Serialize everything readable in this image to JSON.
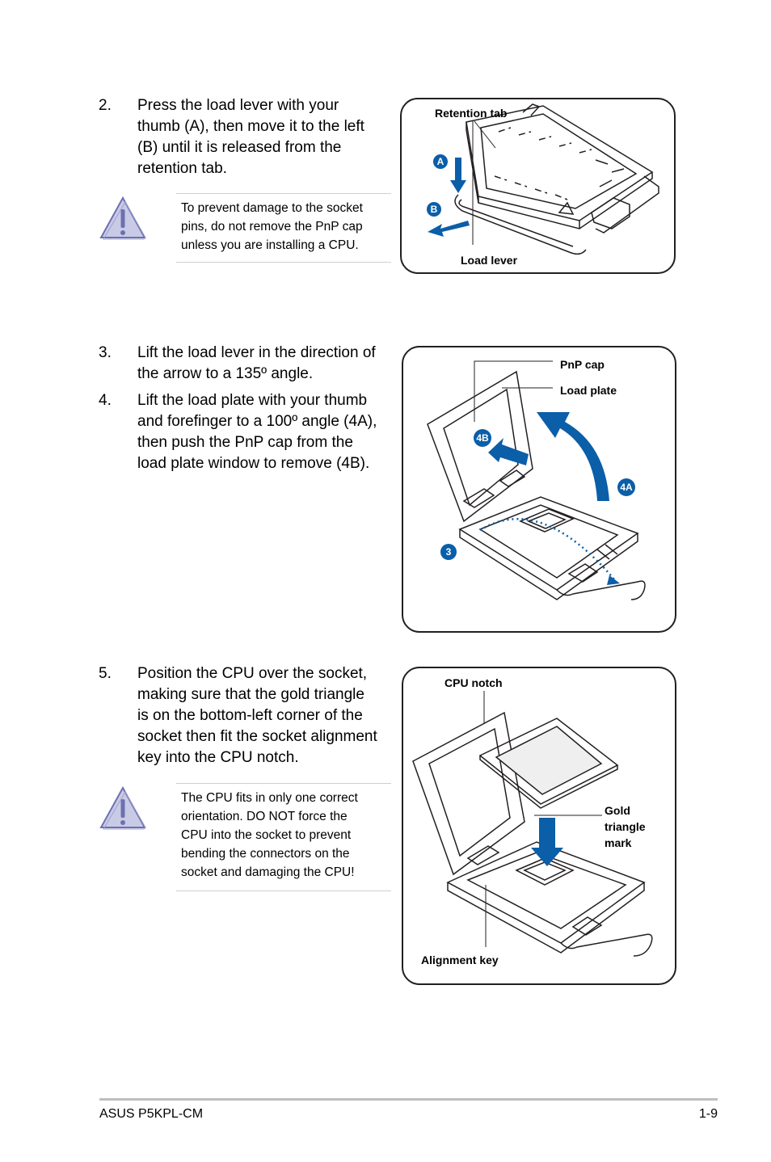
{
  "steps": [
    {
      "number": "2.",
      "lines": [
        "Press the load lever with your",
        "thumb (A), then move it to the left",
        "(B) until it is released from the",
        "retention tab."
      ]
    },
    {
      "number": "3.",
      "lines": [
        "Lift the load lever in the direction of",
        "the arrow to a 135º angle."
      ]
    },
    {
      "number": "4.",
      "lines": [
        "Lift the load plate with your thumb",
        "and forefinger to a 100º angle (4A),",
        "then push the PnP cap from the",
        "load plate window to remove (4B)."
      ]
    },
    {
      "number": "5.",
      "lines": [
        "Position the CPU over the socket,",
        "making sure that the gold triangle",
        "is on the bottom-left corner of the",
        "socket then fit the socket alignment",
        "key into the CPU notch."
      ]
    }
  ],
  "notes": [
    {
      "lines": [
        "To prevent damage to the socket",
        "pins, do not remove the PnP cap",
        "unless you are installing a CPU."
      ]
    },
    {
      "lines": [
        "The CPU fits in only one correct",
        "orientation. DO NOT force the",
        "CPU into the socket to prevent",
        "bending the connectors on the",
        "socket and damaging the CPU!"
      ]
    }
  ],
  "figures": {
    "fig1": {
      "retention_tab": "Retention tab",
      "load_lever": "Load lever",
      "badge_a": "A",
      "badge_b": "B"
    },
    "fig2": {
      "pnp_cap": "PnP cap",
      "load_plate": "Load plate",
      "badge_4b": "4B",
      "badge_4a": "4A",
      "badge_3": "3"
    },
    "fig3": {
      "cpu_notch": "CPU notch",
      "gold_1": "Gold",
      "gold_2": "triangle",
      "gold_3": "mark",
      "alignment_key": "Alignment key"
    }
  },
  "footer": {
    "left": "ASUS P5KPL-CM",
    "right": "1-9"
  },
  "colors": {
    "accent_blue": "#0b5ea8",
    "warning_fill": "#c9cbe6",
    "warning_stroke": "#6d70b0"
  },
  "icons": {
    "warning": "warning-triangle-icon"
  }
}
